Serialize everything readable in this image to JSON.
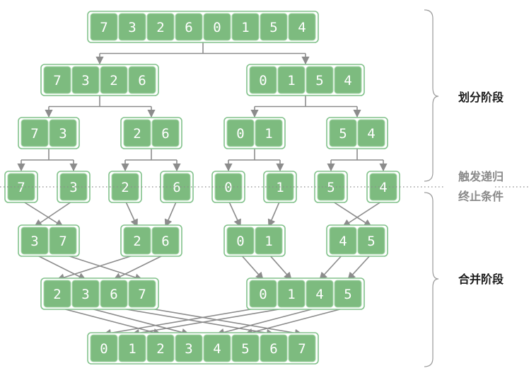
{
  "labels": {
    "divide_phase": "划分阶段",
    "base_case_line1": "触发递归",
    "base_case_line2": "终止条件",
    "merge_phase": "合并阶段"
  },
  "diagram": {
    "levels": [
      {
        "phase": "divide",
        "groups": [
          [
            7,
            3,
            2,
            6,
            0,
            1,
            5,
            4
          ]
        ]
      },
      {
        "phase": "divide",
        "groups": [
          [
            7,
            3,
            2,
            6
          ],
          [
            0,
            1,
            5,
            4
          ]
        ]
      },
      {
        "phase": "divide",
        "groups": [
          [
            7,
            3
          ],
          [
            2,
            6
          ],
          [
            0,
            1
          ],
          [
            5,
            4
          ]
        ]
      },
      {
        "phase": "base",
        "groups": [
          [
            7
          ],
          [
            3
          ],
          [
            2
          ],
          [
            6
          ],
          [
            0
          ],
          [
            1
          ],
          [
            5
          ],
          [
            4
          ]
        ]
      },
      {
        "phase": "merge",
        "groups": [
          [
            3,
            7
          ],
          [
            2,
            6
          ],
          [
            0,
            1
          ],
          [
            4,
            5
          ]
        ]
      },
      {
        "phase": "merge",
        "groups": [
          [
            2,
            3,
            6,
            7
          ],
          [
            0,
            1,
            4,
            5
          ]
        ]
      },
      {
        "phase": "merge",
        "groups": [
          [
            0,
            1,
            2,
            3,
            4,
            5,
            6,
            7
          ]
        ]
      }
    ],
    "colors": {
      "cell_fill": "#7dbb7f",
      "group_border": "#82c28b",
      "arrow": "#8c8c8c",
      "label": "#1a1a1a",
      "label_muted": "#8a8a8a"
    }
  }
}
